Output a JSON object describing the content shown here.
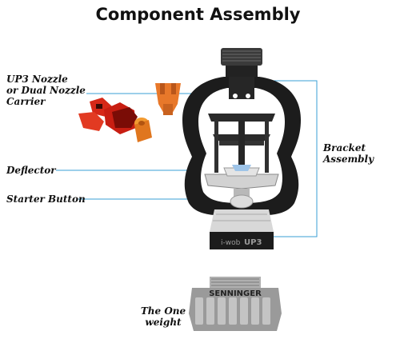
{
  "title": "Component Assembly",
  "labels": {
    "nozzle": [
      "UP3 Nozzle",
      "or Dual Nozzle",
      "Carrier"
    ],
    "deflector": "Deflector",
    "starter_button": "Starter Button",
    "bracket": [
      "Bracket",
      "Assembly"
    ],
    "weight": [
      "The One",
      "weight"
    ]
  },
  "product_markings": {
    "body_brand": "i-wob",
    "body_model": "UP3",
    "weight_brand": "SENNINGER"
  },
  "colors": {
    "leader_line": "#3a9fd6",
    "bracket_body": "#1c1c1c",
    "nozzle_orange": "#e8782a",
    "carrier_red": "#d62818",
    "weight_metal": "#9a9a9a"
  }
}
